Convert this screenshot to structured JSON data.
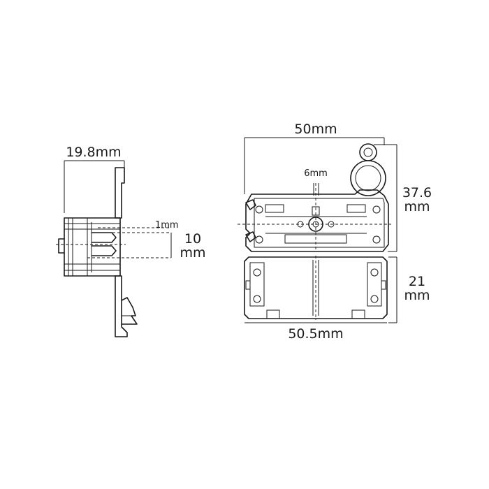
{
  "side_view": {
    "width_label": "19.8mm",
    "gap_label": "1mm",
    "height_label_value": "10",
    "height_label_unit": "mm"
  },
  "top_view": {
    "width_label": "50mm",
    "inner_label": "6mm",
    "height_label_value": "37.6",
    "height_label_unit": "mm"
  },
  "bottom_view": {
    "width_label": "50.5mm",
    "height_label_value": "21",
    "height_label_unit": "mm"
  },
  "colors": {
    "line": "#1a1a1a",
    "background": "#ffffff"
  }
}
